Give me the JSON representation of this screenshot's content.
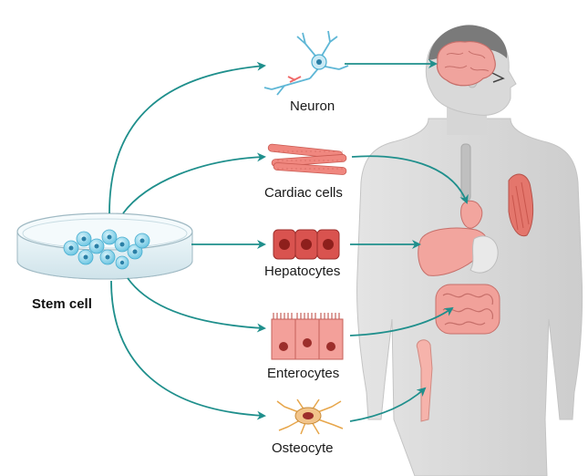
{
  "labels": {
    "stem_cell": "Stem cell",
    "neuron": "Neuron",
    "cardiac": "Cardiac cells",
    "hepatocytes": "Hepatocytes",
    "enterocytes": "Enterocytes",
    "osteocyte": "Osteocyte"
  },
  "colors": {
    "arrow": "#1f8f8c",
    "body": "#d9d9d9",
    "organ": "#f2a59e"
  }
}
